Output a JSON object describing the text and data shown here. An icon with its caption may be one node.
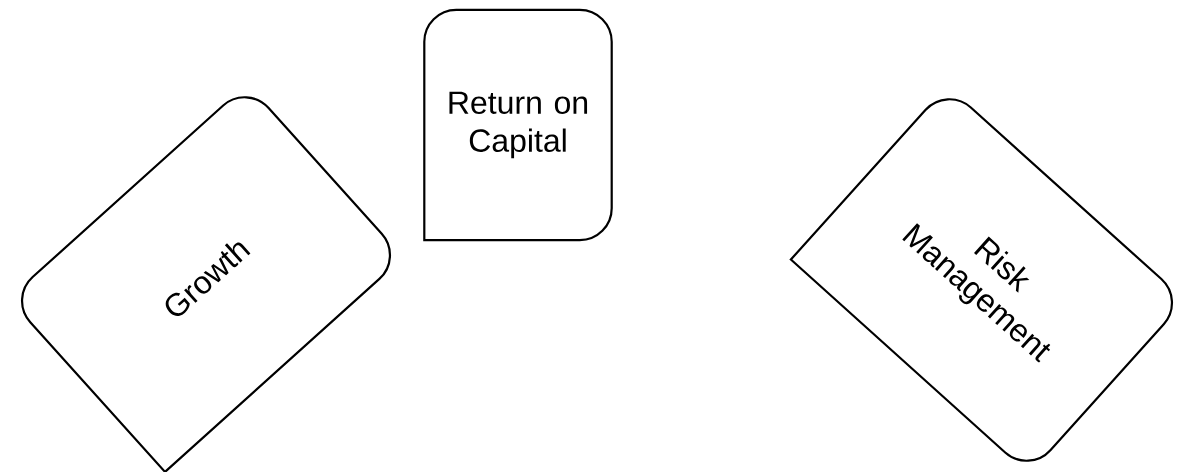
{
  "diagram": {
    "nodes": [
      {
        "text": [
          "Growth"
        ]
      },
      {
        "text": [
          "Return on Capital"
        ]
      },
      {
        "text": [
          "Risk Management"
        ]
      }
    ]
  }
}
